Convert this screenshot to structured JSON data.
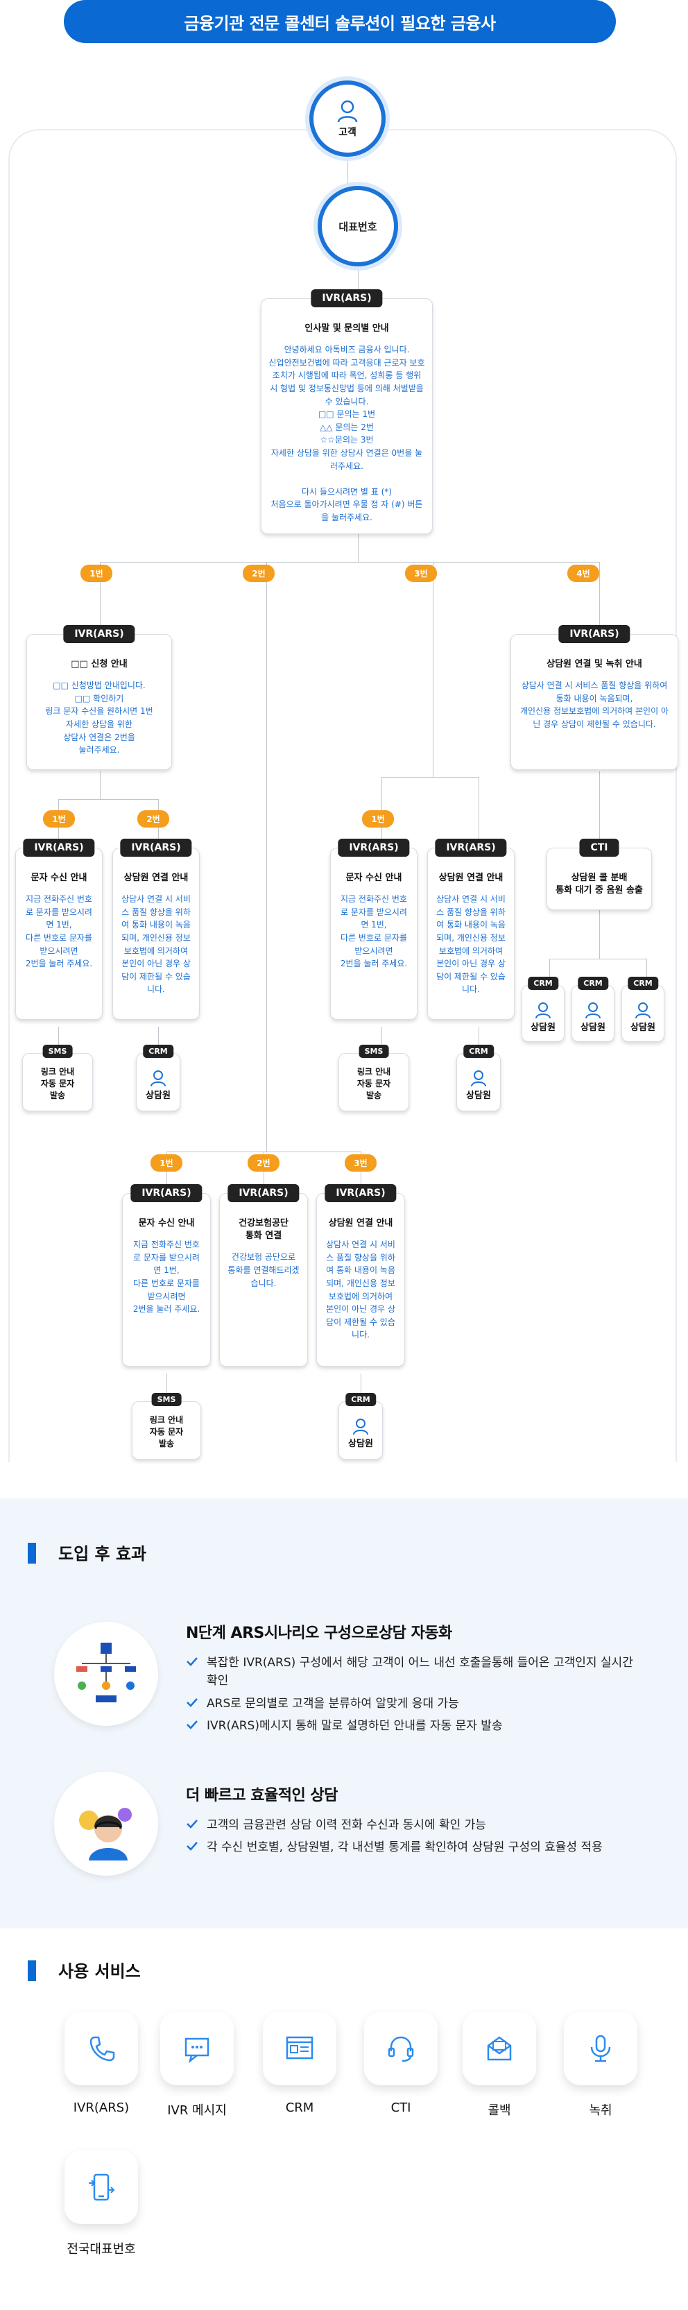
{
  "header": {
    "title": "금융기관 전문 콜센터 솔루션이 필요한 금융사"
  },
  "flow": {
    "customer_label": "고객",
    "main_number_label": "대표번호",
    "ivr_tag": "IVR(ARS)",
    "main_ivr": {
      "title": "인사말 및 문의별 안내",
      "body": "안녕하세요 아톡비즈 금융사 입니다.\n신업안전보건법에 따라 고객응대 근로자 보호조치가 시행됨에 따라 폭언, 성희롱 등 행위 시 형법 및 정보통신망법 등에 의해 처벌받을 수 있습니다.\n□□ 문의는 1번\n△△ 문의는 2번\n☆☆문의는 3번\n자세한 상담을 위한 상담사 연결은 0번을 눌러주세요.\n\n다시 들으시려면 별 표 (*)\n처음으로 돌아가시려면 우물 정 자 (#) 버튼을 눌러주세요."
    },
    "branch_badges": [
      "1번",
      "2번",
      "3번",
      "4번"
    ],
    "level2_left": {
      "title": "□□ 신청 안내",
      "body": "□□ 신청방법 안내입니다.\n□□ 확인하기\n링크 문자 수신을 원하시면 1번\n자세한 상담을 위한\n상담사 연결은 2번을\n눌러주세요."
    },
    "level2_right": {
      "title": "상담원 연결 및 녹취 안내",
      "body": "상담사 연결 시 서비스 품질 향상을 위하여\n통화 내용이 녹음되며,\n개인신용 정보보호법에 의거하여 본인이 아닌 경우 상담이 제한될 수 있습니다."
    },
    "sub_badges": [
      "1번",
      "2번"
    ],
    "sms_info": {
      "title": "문자 수신 안내",
      "body": "지금 전화주신 번호로 문자를 받으시려면 1번,\n다른 번호로 문자를 받으시려면\n2번을 눌러 주세요."
    },
    "agent_info": {
      "title": "상담원 연결 안내",
      "body": "상담사 연결 시 서비스 품질 향상을 위하여 통화 내용이 녹음되며, 개인신용 정보 보호법에 의거하여 본인이 아닌 경우 상담이 제한될 수 있습니다."
    },
    "cti": {
      "tag": "CTI",
      "title": "상담원 콜 분배\n통화 대기 중 음원 송출"
    },
    "sms_tag": "SMS",
    "crm_tag": "CRM",
    "sms_send_label": "링크 안내\n자동 문자\n발송",
    "agent_label": "상담원",
    "health_info": {
      "title": "건강보험공단\n통화 연결",
      "body": "건강보험 공단으로 통화를 연결해드리겠습니다."
    },
    "bottom_badges": [
      "1번",
      "2번",
      "3번"
    ]
  },
  "effects": {
    "section_title": "도입 후 효과",
    "items": [
      {
        "title": "N단계 ARS시나리오 구성으로상담 자동화",
        "bullets": [
          "복잡한 IVR(ARS) 구성에서 해당 고객이 어느 내선 호출을통해 들어온 고객인지 실시간 확인",
          "ARS로 문의별로 고객을 분류하여 알맞게 응대 가능",
          "IVR(ARS)메시지 통해 말로 설명하던 안내를 자동 문자 발송"
        ]
      },
      {
        "title": "더 빠르고 효율적인 상담",
        "bullets": [
          "고객의 금융관련 상담 이력 전화 수신과 동시에 확인 가능",
          "각 수신 번호별, 상담원별, 각 내선별 통계를 확인하여 상담원 구성의 효율성 적용"
        ]
      }
    ]
  },
  "services": {
    "section_title": "사용 서비스",
    "items": [
      {
        "label": "IVR(ARS)",
        "icon": "phone-icon"
      },
      {
        "label": "IVR 메시지",
        "icon": "message-chat-icon"
      },
      {
        "label": "CRM",
        "icon": "crm-window-icon"
      },
      {
        "label": "CTI",
        "icon": "headset-icon"
      },
      {
        "label": "콜백",
        "icon": "mail-icon"
      },
      {
        "label": "녹취",
        "icon": "microphone-icon"
      },
      {
        "label": "전국대표번호",
        "icon": "phone-transfer-icon"
      }
    ]
  },
  "colors": {
    "primary": "#0a69d2",
    "badge": "#f59d1c",
    "body_text": "#1f6fd1",
    "section_bg": "#f1f6fc"
  }
}
